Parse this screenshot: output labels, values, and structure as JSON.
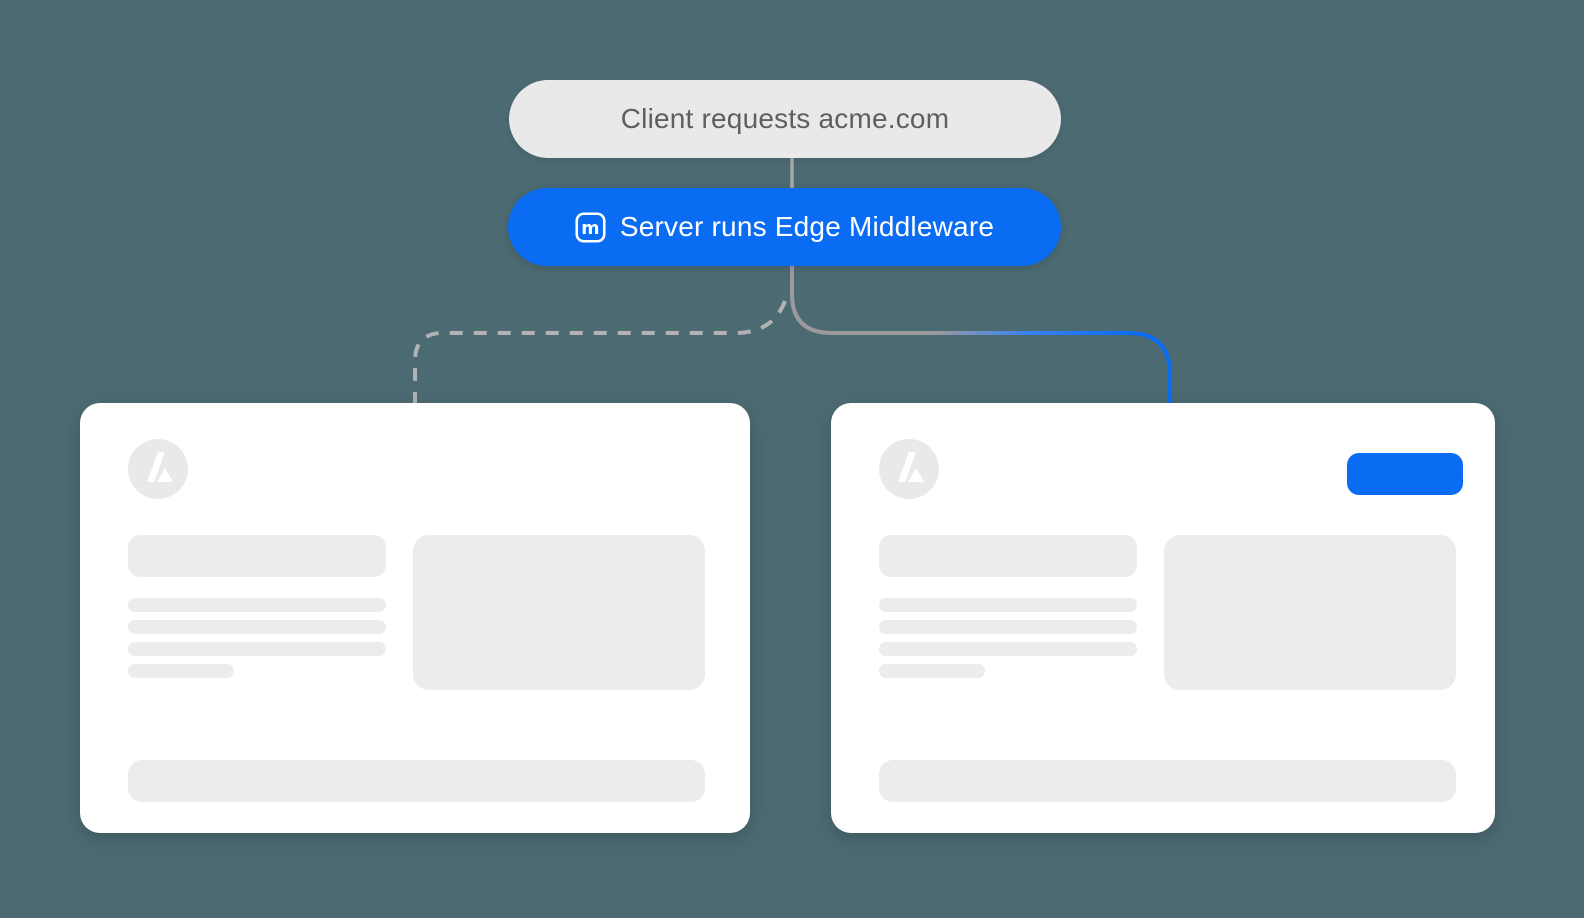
{
  "diagram": {
    "background_color": "#4c6a72",
    "nodes": {
      "client": {
        "label": "Client requests acme.com",
        "bg_color": "#e9e9ea",
        "text_color": "#5f5f63"
      },
      "middleware": {
        "label": "Server runs Edge Middleware",
        "icon": "middleware-m-icon",
        "icon_letter": "m",
        "bg_color": "#0a6cf3",
        "text_color": "#ffffff"
      }
    },
    "edges": {
      "client_to_middleware": {
        "style": "solid",
        "color": "#a9a9ac"
      },
      "middleware_to_left_page": {
        "style": "dashed",
        "color": "#b2b2b5"
      },
      "middleware_to_right_page": {
        "style": "solid-gradient",
        "color_start": "#9b9b9f",
        "color_end": "#0a6cf3"
      }
    },
    "pages": {
      "left": {
        "logo_icon": "acme-triangle-logo-icon",
        "has_action_button": false,
        "placeholder_color": "#ececec"
      },
      "right": {
        "logo_icon": "acme-triangle-logo-icon",
        "has_action_button": true,
        "action_button_color": "#0a6cf3",
        "placeholder_color": "#ececec"
      }
    }
  }
}
